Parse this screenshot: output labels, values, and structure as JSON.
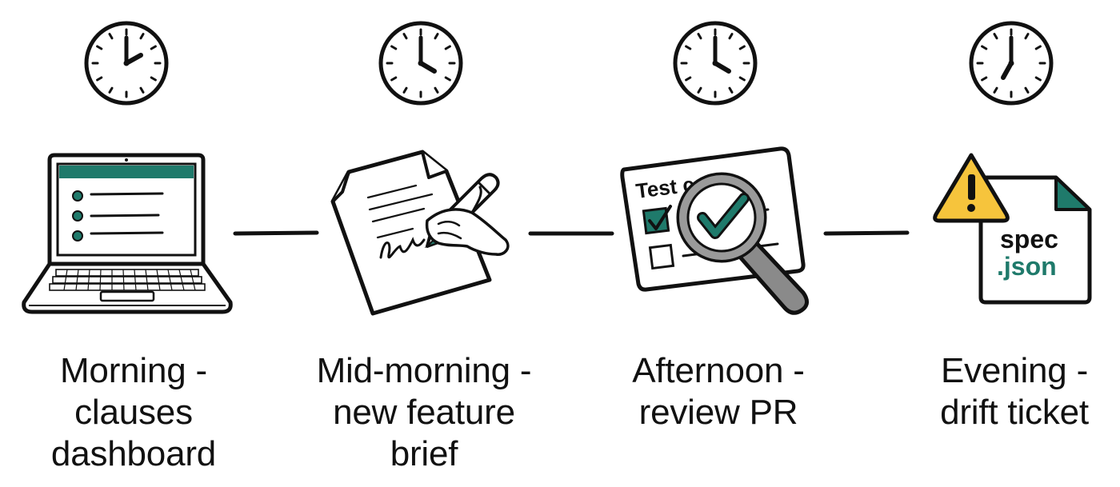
{
  "stages": [
    {
      "label_lines": [
        "Morning -",
        "clauses",
        "dashboard"
      ],
      "clock_icon": "clock-icon",
      "icon": "laptop-icon",
      "clock_time": "2:00"
    },
    {
      "label_lines": [
        "Mid-morning -",
        "new feature",
        "brief"
      ],
      "clock_icon": "clock-icon",
      "icon": "document-signing-icon",
      "clock_time": "4:00"
    },
    {
      "label_lines": [
        "Afternoon -",
        "review PR"
      ],
      "clock_icon": "clock-icon",
      "icon": "test-card-magnifier-icon",
      "card_title": "Test card",
      "clock_time": "4:00"
    },
    {
      "label_lines": [
        "Evening -",
        "drift ticket"
      ],
      "clock_icon": "clock-icon",
      "icon": "warning-file-icon",
      "file_name_line1": "spec",
      "file_name_line2": ".json",
      "clock_time": "7:00"
    }
  ],
  "colors": {
    "accent_teal": "#1f7a6b",
    "warning_yellow": "#f6c43c",
    "ink": "#111111",
    "lens_gray": "#9a9a9a"
  }
}
